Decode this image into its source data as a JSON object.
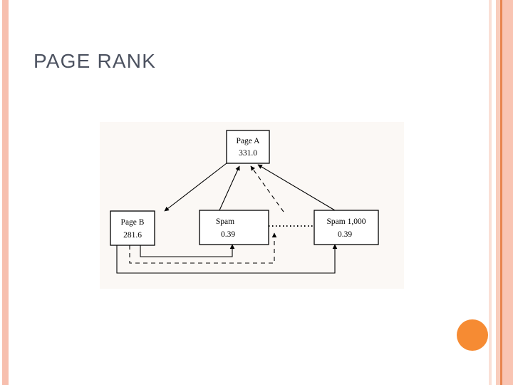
{
  "slide": {
    "title": "PAGE RANK",
    "background_color": "#ffffff",
    "title_color": "#4c5260"
  },
  "decor": {
    "left_stripe_color": "#f7bfae",
    "right_stripe_light_color": "#fae0d6",
    "right_stripe_mid_color": "#f9cdbc",
    "right_stripe_accent_color": "#e8854f",
    "right_stripe_wide_color": "#f9c4b2",
    "bullet_circle_color": "#f68b33"
  },
  "diagram": {
    "panel_color": "#fbf8f5",
    "stroke_color": "#000000",
    "nodes": [
      {
        "id": "page-a",
        "name": "Page A",
        "value": "331.0"
      },
      {
        "id": "page-b",
        "name": "Page B",
        "value": "281.6"
      },
      {
        "id": "spam",
        "name": "Spam",
        "value": "0.39"
      },
      {
        "id": "spam-1000",
        "name": "Spam 1,000",
        "value": "0.39"
      }
    ],
    "edges": [
      {
        "from": "page-a",
        "to": "page-b",
        "style": "solid"
      },
      {
        "from": "spam",
        "to": "page-a",
        "style": "solid"
      },
      {
        "from": "spam-1000",
        "to": "page-a",
        "style": "dashed"
      },
      {
        "from": "spam-1000",
        "to": "page-a",
        "style": "solid"
      },
      {
        "from": "page-b",
        "to": "spam",
        "style": "solid"
      },
      {
        "from": "page-b",
        "to": "spam-1000",
        "style": "dashed"
      },
      {
        "from": "page-b",
        "to": "spam-1000",
        "style": "solid"
      },
      {
        "from": "spam",
        "to": "spam-1000",
        "style": "dotted"
      }
    ]
  }
}
